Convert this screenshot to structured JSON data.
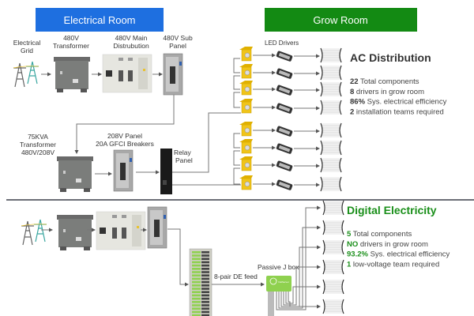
{
  "headers": {
    "electrical_room": "Electrical Room",
    "grow_room": "Grow Room",
    "electrical_room_color": "#1e6fe0",
    "grow_room_color": "#138a13"
  },
  "ac": {
    "labels": {
      "grid": [
        "Electrical",
        "Grid"
      ],
      "transformer_480": [
        "480V",
        "Transformer"
      ],
      "main_distribution": [
        "480V Main",
        "Distrubution"
      ],
      "sub_panel": [
        "480V  Sub",
        "Panel"
      ],
      "transformer_75kva": [
        "75KVA",
        "Transformer",
        "480V/208V"
      ],
      "panel_208": [
        "208V Panel",
        "20A GFCI Breakers"
      ],
      "relay_panel": [
        "Relay",
        "Panel"
      ],
      "led_drivers": "LED Drivers"
    },
    "title": "AC Distribution",
    "stats": [
      {
        "value": "22",
        "text": " Total components"
      },
      {
        "value": "8",
        "text": " drivers in grow room"
      },
      {
        "value": "86%",
        "text": " Sys. electrical efficiency"
      },
      {
        "value": "2",
        "text": " installation teams required"
      }
    ],
    "fixture_rows": 8
  },
  "de": {
    "labels": {
      "feed": "8-pair DE feed",
      "jbox": "Passive J box",
      "jbox_logo": "VoltServer"
    },
    "title": "Digital Electricity",
    "stats": [
      {
        "value": "5",
        "text": " Total components"
      },
      {
        "value": "NO",
        "text": " drivers in grow room"
      },
      {
        "value": "93.2%",
        "text": " Sys. electrical efficiency"
      },
      {
        "value": "1",
        "text": " low-voltage team required"
      }
    ],
    "fixture_rows": 6,
    "accent": "#8fd14f"
  }
}
